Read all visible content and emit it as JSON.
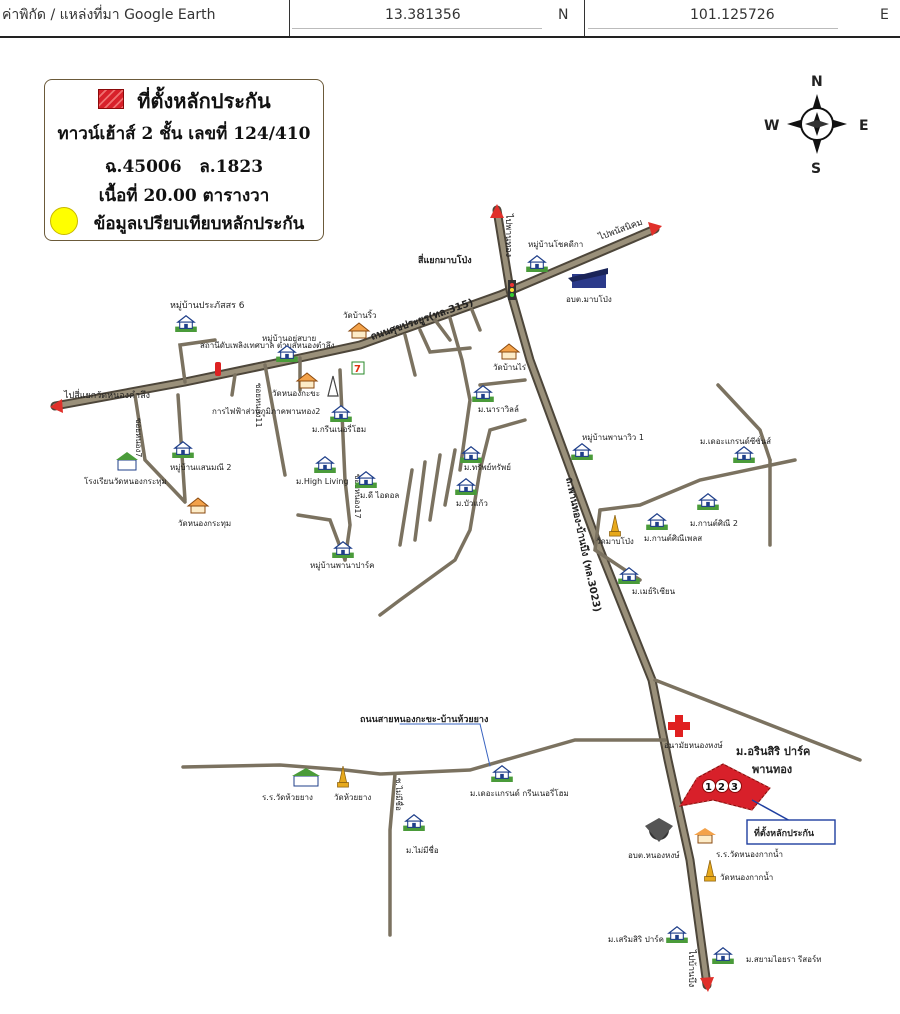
{
  "header": {
    "coord_label": "ค่าพิกัด / แหล่งที่มา Google Earth",
    "latitude": "13.381356",
    "lat_dir": "N",
    "longitude": "101.125726",
    "lon_dir": "E"
  },
  "legend": {
    "title": "ที่ตั้งหลักประกัน",
    "line1": "ทาวน์เฮ้าส์ 2 ชั้น เลขที่ 124/410",
    "deed_no": "ฉ.45006",
    "land_no": "ล.1823",
    "area": "เนื้อที่ 20.00 ตารางวา",
    "compare_label": "ข้อมูลเปรียบเทียบหลักประกัน"
  },
  "compass": {
    "n": "N",
    "s": "S",
    "e": "E",
    "w": "W"
  },
  "colors": {
    "road": "#7b7260",
    "road_dark": "#4d463a",
    "arrow": "#e0302a",
    "collateral": "#d8202a",
    "compare": "#ffff00",
    "callout_border": "#1f3fa0"
  },
  "map": {
    "roads": {
      "main_road": "ถนนศุขประยูร(ทล.315)",
      "phanthong_road": "ถ.พานทอง-บ้านบึง (ทล.3023)",
      "nongkacha_road": "ถนนสายหนองกะขะ-บ้านห้วยยาง",
      "to_phanthong": "ไปพานทอง",
      "to_phanatnikhom": "ไปพนัสนิคม",
      "to_wat_nongkamlueng": "ไปสี่แยกวัดหนองคำลึง",
      "to_banbueng": "ไปบ้านบึง",
      "intersection": "สี่แยกมาบโป่ง",
      "soi7": "ซอยหนอง7",
      "soi11": "ซอยหนอง11",
      "soi17": "ซอยหนอง17",
      "soi_maimisue": "ซ.ไม่มีชื่อ"
    },
    "places": {
      "village_prapatsorn6": "หมู่บ้านประภัสสร 6",
      "fire_station": "สถานีดับเพลิงเทศบาล ตำบลหนองตำลึง",
      "village_yoosabai": "หมู่บ้านอยู่สบาย",
      "wat_banrew": "วัดบ้านริ้ว",
      "village_chokdika": "หมู่บ้านโชคดีกา",
      "sao_mabpong": "อบต.มาบโป่ง",
      "wat_banrai": "วัดบ้านไร่",
      "wat_nongkacha": "วัดหนองกะขะ",
      "pea": "การไฟฟ้าส่วนภูมิภาคพานทอง2",
      "green_home": "ม.กรีนเนอรี่โฮม",
      "nara_villa": "ม.นาราวิลล์",
      "village_phanavill1": "หมู่บ้านพานาวิว 1",
      "the_grand_seasons": "ม.เดอะแกรนด์ซีซั่นส์",
      "village_saenmanee2": "หมู่บ้านแสนมณี 2",
      "school_nongkrahum": "โรงเรียนวัดหนองกระทุม",
      "wat_nongkrahum": "วัดหนองกระทุม",
      "high_living": "ม.High Living",
      "dee_condo": "ม.ดี ไอดอล",
      "saisap": "ม.ทรัพย์ทรัพย์",
      "bua_kaew": "ม.บัวแก้ว",
      "kanthip2": "ม.กานต์ศิณี 2",
      "kanthip": "ม.กานต์ศิณีเพลส",
      "wat_mabpong": "วัดมาบโป่ง",
      "village_phanapark": "หมู่บ้านพานาปาร์ค",
      "mayrison": "ม.เมย์ริเซียน",
      "hospital": "อนามัยหนองหงษ์",
      "arinsiri": "ม.อรินสิริ ปาร์ค พานทอง",
      "callout": "ที่ตั้งหลักประกัน",
      "collateral_numbers": "123",
      "sao_nonghong": "อบต.หนองหงษ์",
      "school_nongkaknam": "ร.ร.วัดหนองกากน้ำ",
      "wat_nongkaknam": "วัดหนองกากน้ำ",
      "school_huaiyang": "ร.ร.วัดห้วยยาง",
      "wat_huaiyang": "วัดห้วยยาง",
      "the_grand_green": "ม.เดอะแกรนด์ กรีนเนอรี่โฮม",
      "maimisue": "ม.ไม่มีชื่อ",
      "sermsiri": "ม.เสริมสิริ ปาร์ค",
      "siam_resort": "ม.สยามไอยรา รีสอร์ท"
    }
  }
}
